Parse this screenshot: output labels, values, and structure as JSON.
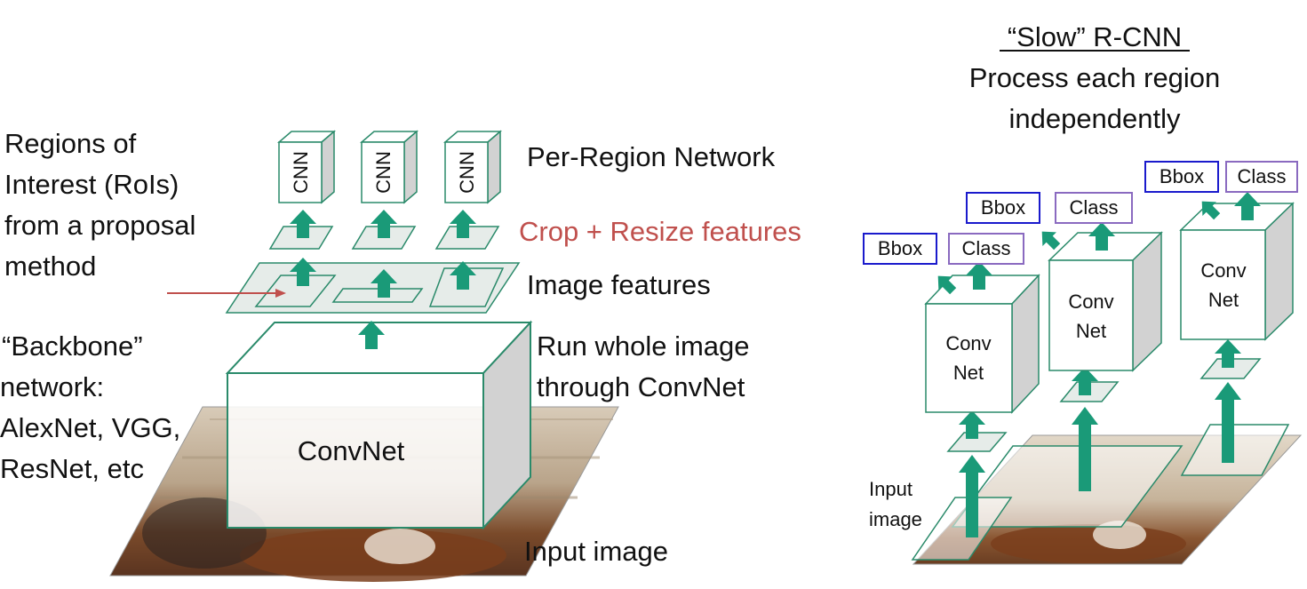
{
  "left": {
    "rois_label": [
      "Regions of",
      "Interest (RoIs)",
      "from a proposal",
      "method"
    ],
    "backbone_label": [
      "“Backbone”",
      "network:",
      "AlexNet, VGG,",
      "ResNet, etc"
    ],
    "per_region_label": "Per-Region Network",
    "crop_label": "Crop + Resize features",
    "image_features_label": "Image features",
    "run_whole_label": [
      "Run whole image",
      "through ConvNet"
    ],
    "input_image_label": "Input image",
    "convnet_label": "ConvNet",
    "cnn_label": "CNN"
  },
  "right": {
    "title": "“Slow” R-CNN",
    "subtitle": [
      "Process each region",
      "independently"
    ],
    "convnet_label": [
      "Conv",
      "Net"
    ],
    "bbox_label": "Bbox",
    "class_label": "Class",
    "input_image_label": [
      "Input",
      "image"
    ]
  },
  "colors": {
    "teal": "#1a9a78",
    "teal_edge": "#2a8a6a",
    "crop_red": "#c0504d",
    "bbox_blue": "#1a1acc",
    "class_purple": "#8a6ac0"
  }
}
